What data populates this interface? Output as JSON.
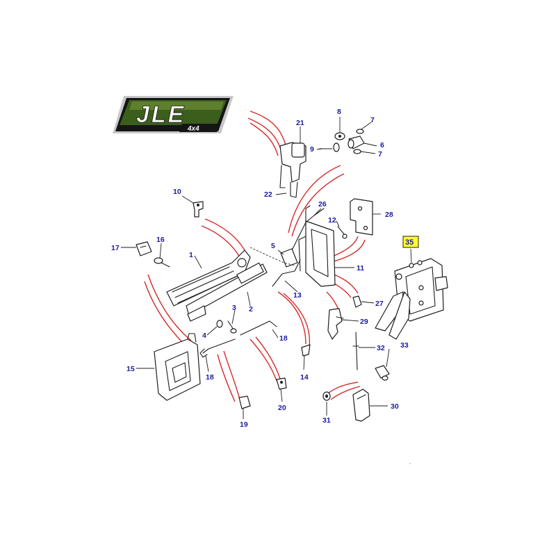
{
  "logo": {
    "brand_text": "JLE",
    "sub_text": "4x4",
    "colors": {
      "green_dark": "#2f4d17",
      "green_light": "#7a9a3a",
      "border": "#c8c8c8",
      "black": "#151515"
    }
  },
  "highlight_color": "#ffff33",
  "callouts": [
    {
      "id": "c1",
      "label": "1"
    },
    {
      "id": "c2",
      "label": "2"
    },
    {
      "id": "c3",
      "label": "3"
    },
    {
      "id": "c4",
      "label": "4"
    },
    {
      "id": "c5",
      "label": "5"
    },
    {
      "id": "c6",
      "label": "6"
    },
    {
      "id": "c7a",
      "label": "7"
    },
    {
      "id": "c7b",
      "label": "7"
    },
    {
      "id": "c8",
      "label": "8"
    },
    {
      "id": "c9",
      "label": "9"
    },
    {
      "id": "c10",
      "label": "10"
    },
    {
      "id": "c11",
      "label": "11"
    },
    {
      "id": "c12",
      "label": "12"
    },
    {
      "id": "c13",
      "label": "13"
    },
    {
      "id": "c14",
      "label": "14"
    },
    {
      "id": "c15",
      "label": "15"
    },
    {
      "id": "c16",
      "label": "16"
    },
    {
      "id": "c17",
      "label": "17"
    },
    {
      "id": "c18a",
      "label": "18"
    },
    {
      "id": "c18b",
      "label": "18"
    },
    {
      "id": "c19",
      "label": "19"
    },
    {
      "id": "c20",
      "label": "20"
    },
    {
      "id": "c21",
      "label": "21"
    },
    {
      "id": "c22",
      "label": "22"
    },
    {
      "id": "c26",
      "label": "26"
    },
    {
      "id": "c27",
      "label": "27"
    },
    {
      "id": "c28",
      "label": "28"
    },
    {
      "id": "c29",
      "label": "29"
    },
    {
      "id": "c30",
      "label": "30"
    },
    {
      "id": "c31",
      "label": "31"
    },
    {
      "id": "c32",
      "label": "32"
    },
    {
      "id": "c33",
      "label": "33"
    },
    {
      "id": "c35",
      "label": "35",
      "highlighted": true
    }
  ]
}
